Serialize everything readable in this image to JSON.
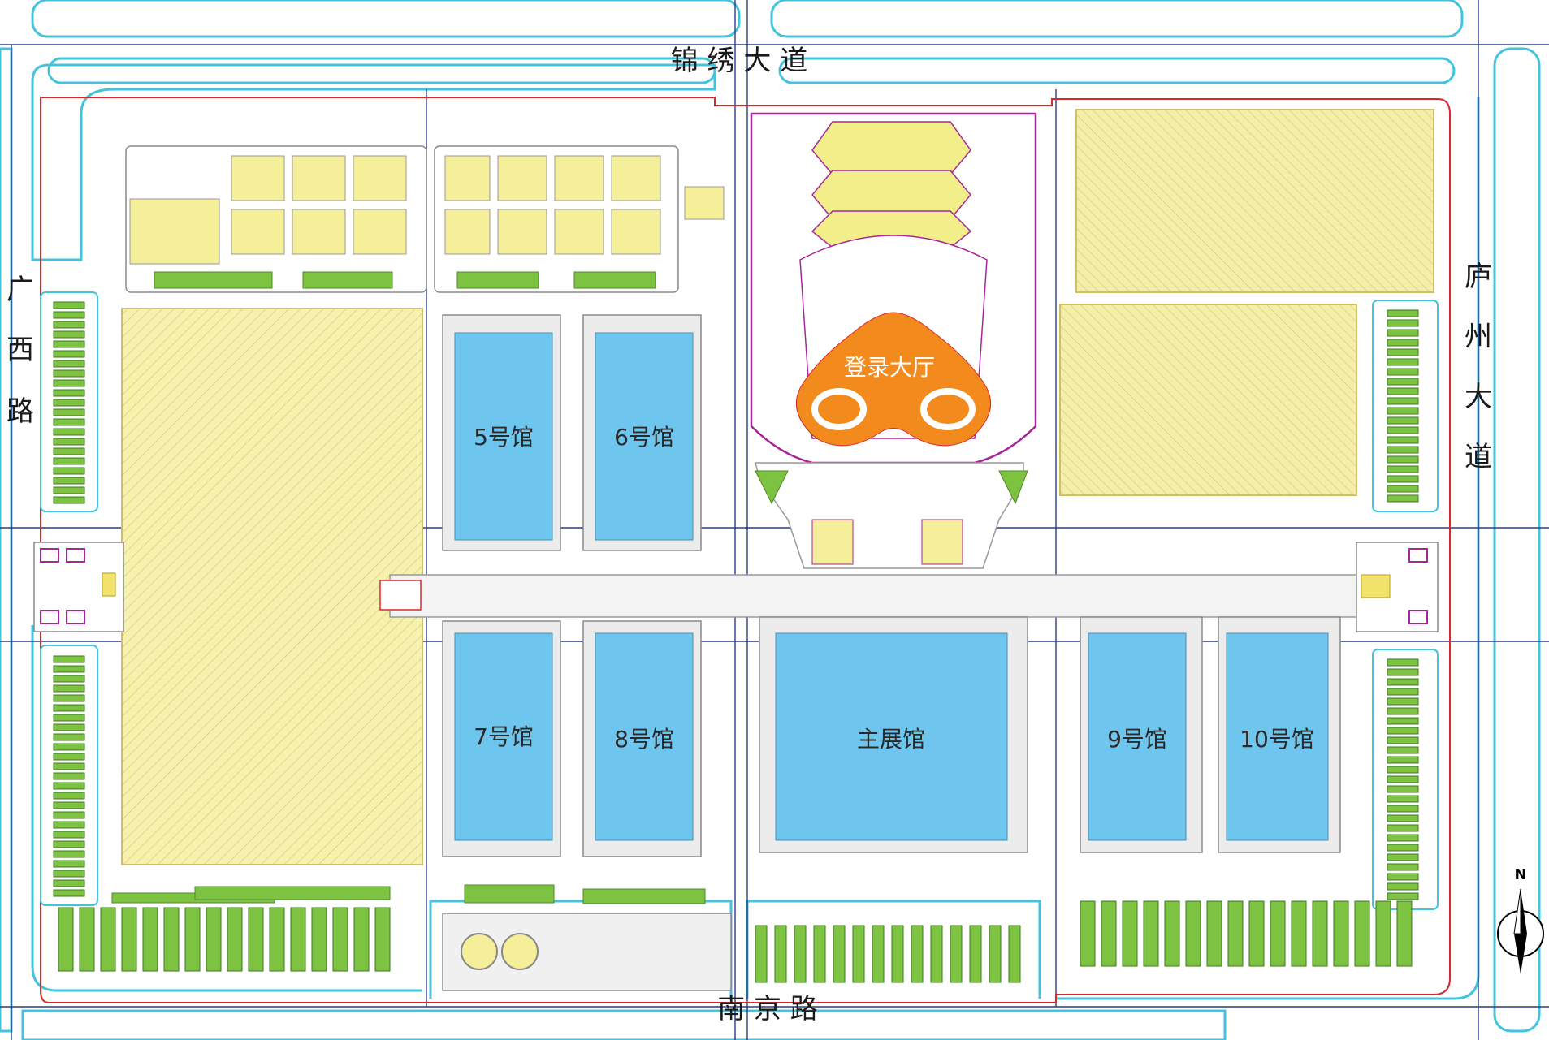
{
  "roads": {
    "north": "锦 绣 大 道",
    "south": "南 京 路",
    "west": [
      "广",
      "西",
      "路"
    ],
    "east": [
      "庐",
      "州",
      "大",
      "道"
    ]
  },
  "halls": {
    "h5": "5号馆",
    "h6": "6号馆",
    "h7": "7号馆",
    "h8": "8号馆",
    "main": "主展馆",
    "h9": "9号馆",
    "h10": "10号馆"
  },
  "lobby": "登录大厅",
  "compass": "N",
  "colors": {
    "hall_blue": "#6ec6ee",
    "lobby_orange": "#f28a1e",
    "parking_green": "#7dc241",
    "yard_yellow": "#f6ef9a",
    "hatch_yellow": "#f7f1b0",
    "road_cyan": "#43c3dd",
    "boundary_red": "#d8282e",
    "structure_purple": "#a8269b"
  }
}
